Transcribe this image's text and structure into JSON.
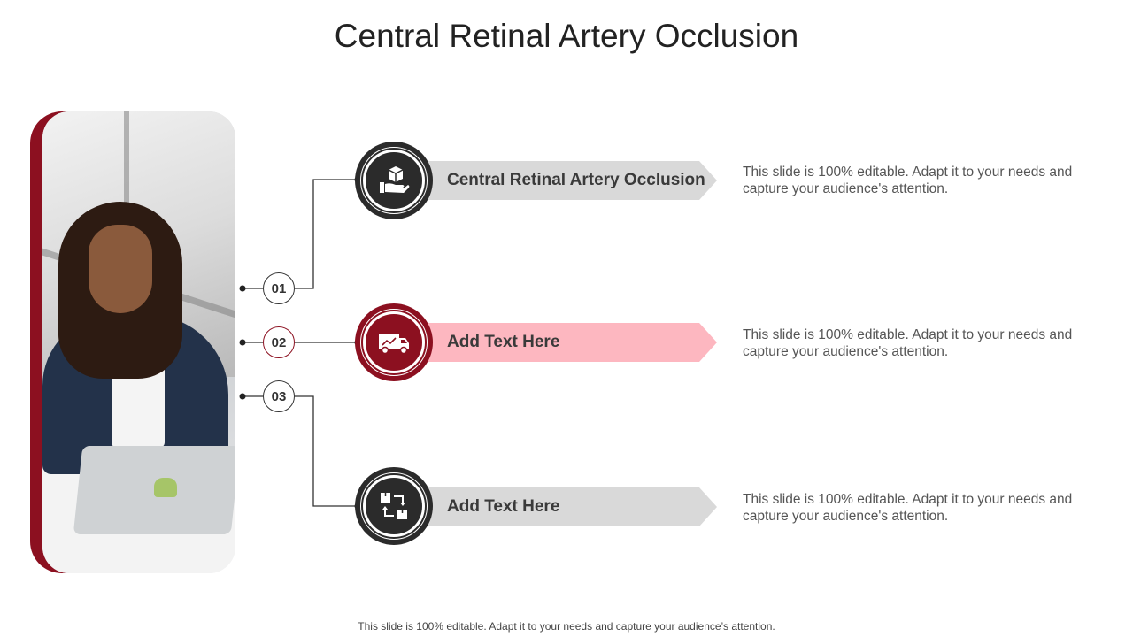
{
  "title": "Central Retinal Artery Occlusion",
  "footer": "This slide is 100% editable. Adapt it to your needs and capture your audience’s attention.",
  "colors": {
    "accent": "#8c1020",
    "dark": "#2b2b2b",
    "banner_grey": "#d9d9d9",
    "banner_pink": "#fdb7c0"
  },
  "photo": {
    "icon": "woman-with-laptop-photo"
  },
  "items": [
    {
      "number": "01",
      "label": "Central Retinal Artery Occlusion",
      "icon": "hand-holding-box-icon",
      "description": "This slide is 100% editable. Adapt it to your needs and capture your audience's attention."
    },
    {
      "number": "02",
      "label": "Add Text Here",
      "icon": "delivery-truck-icon",
      "description": "This slide is 100% editable. Adapt it to your needs and capture your audience's attention."
    },
    {
      "number": "03",
      "label": "Add Text Here",
      "icon": "box-exchange-icon",
      "description": "This slide is 100% editable. Adapt it to your needs and capture your audience's attention."
    }
  ]
}
